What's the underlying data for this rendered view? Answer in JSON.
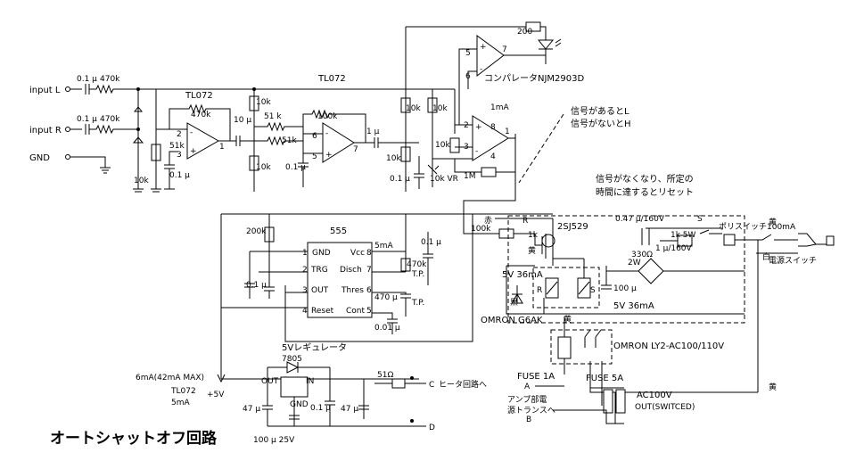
{
  "title": "オートシャットオフ回路",
  "inputs": {
    "left": "input L",
    "right": "input R",
    "gnd": "GND"
  },
  "ic": {
    "tl072_a": "TL072",
    "tl072_b": "TL072",
    "comparator": "コンパレータNJM2903D",
    "timer": "555",
    "regulator_name": "5Vレギュレータ",
    "regulator_part": "7805",
    "fet": "2SJ529",
    "relay_small": "OMRON G6AK",
    "relay_big": "OMRON LY2-AC100/110V"
  },
  "timer_pins": {
    "gnd": "GND",
    "vcc": "Vcc",
    "trg": "TRG",
    "disch": "Disch",
    "out": "OUT",
    "thres": "Thres",
    "reset": "Reset",
    "cont": "Cont",
    "p1": "1",
    "p2": "2",
    "p3": "3",
    "p4": "4",
    "p5": "5",
    "p6": "6",
    "p7": "7",
    "p8": "8"
  },
  "components": {
    "c_in_l": "0.1 μ",
    "r_in_l": "470k",
    "c_in_r": "0.1 μ",
    "r_in_r": "470k",
    "r_470k_fb": "470k",
    "r_51k_a": "51k",
    "c_01_a": "0.1 μ",
    "r_10k_a": "10k",
    "c_10u": "10 μ",
    "r_10k_b": "10k",
    "r_51k_b": "51 k",
    "r_51k_c": "51k",
    "r_100k_fb": "100k",
    "c_01_b": "0.1 μ",
    "r_10k_c": "10k",
    "c_1u": "1 μ",
    "r_10k_d": "10k",
    "r_10k_e": "10k",
    "r_10k_f": "10k",
    "r_10k_g": "10k",
    "r_1m": "1M",
    "c_01_c": "0.1 μ",
    "r_10k_h": "10k",
    "vr": "10k VR",
    "r_1ma": "1mA",
    "r_200": "200",
    "r_10k_i": "10k",
    "r_200k": "200k",
    "c_01_d": "0.1 μ",
    "cur_5ma": "5mA",
    "r_470k_t": "470k",
    "c_01_e": "0.1 μ",
    "tp1": "T.P.",
    "tp2": "T.P.",
    "c_470u": "470 μ",
    "c_001": "0.01 μ",
    "r_100k_fet": "100k",
    "r_1k": "1k",
    "aka": "赤",
    "ki_a": "黄",
    "kuro": "黒",
    "ki_b": "黄",
    "ki_c": "黄",
    "shiro": "白",
    "relay_r": "R",
    "relay_s": "S",
    "c_047": "0.47 μ/160V",
    "r_1k5w": "1k 5W",
    "c_1u160": "1 μ/160V",
    "r_330": "330Ω",
    "r_2w": "2W",
    "c_100u": "100 μ",
    "relay_coil_a": "5V 36mA",
    "relay_coil_b": "5V 36mA",
    "r_relay_r": "R",
    "r_relay_s": "S",
    "polyswitch": "ポリスイッチ100mA",
    "main_switch": "電源スイッチ",
    "fuse1": "FUSE 1A",
    "fuse5": "FUSE 5A",
    "pt_a": "A",
    "pt_b": "B",
    "pt_c": "C",
    "pt_d": "D",
    "ac_out": "AC100V",
    "ac_out2": "OUT(SWITCED)",
    "amp_trans": "アンプ部電",
    "amp_trans2": "源トランスへ",
    "heater": "ヒータ回路へ",
    "reg_out": "OUT",
    "reg_in": "IN",
    "reg_gnd": "GND",
    "c_47a": "47 μ",
    "c_01f": "0.1 μ",
    "c_47b": "47 μ",
    "c_100_25": "100 μ 25V",
    "r_51": "51Ω",
    "c_01_reg": "0.1 μ",
    "i_6ma": "6mA(42mA  MAX)",
    "v_5v": "+5V",
    "i_tl072": "TL072",
    "i_5ma": "5mA"
  },
  "notes": {
    "signal_note_1": "信号があるとL",
    "signal_note_2": "信号がないとH",
    "reset_note_1": "信号がなくなり、所定の",
    "reset_note_2": "時間に達するとリセット"
  }
}
